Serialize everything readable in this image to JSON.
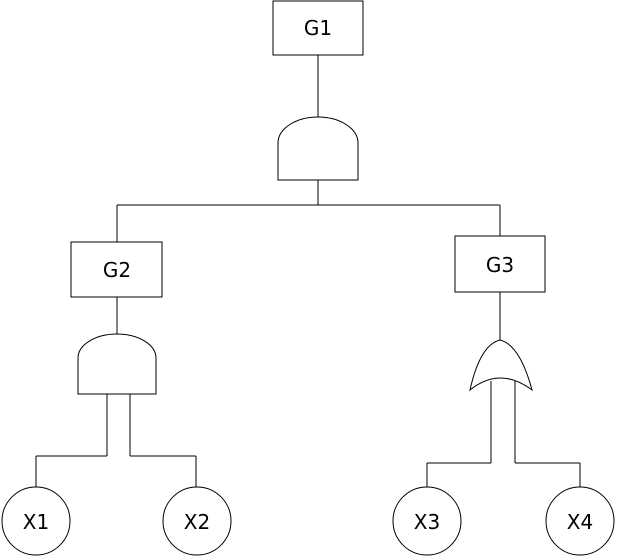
{
  "diagram": {
    "nodes": {
      "g1": {
        "label": "G1"
      },
      "g2": {
        "label": "G2"
      },
      "g3": {
        "label": "G3"
      },
      "x1": {
        "label": "X1"
      },
      "x2": {
        "label": "X2"
      },
      "x3": {
        "label": "X3"
      },
      "x4": {
        "label": "X4"
      }
    },
    "gates": {
      "top": "and-gate",
      "left": "and-gate",
      "right": "or-gate"
    }
  }
}
